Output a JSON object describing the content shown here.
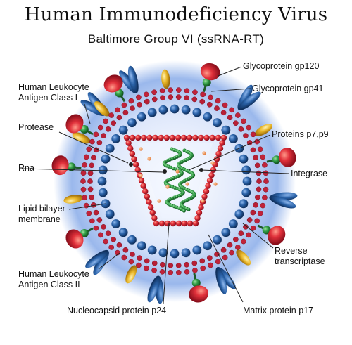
{
  "title": "Human Immunodeficiency Virus",
  "subtitle": "Baltimore Group  VI (ssRNA-RT)",
  "labels": {
    "gp120": "Glycoprotein  gp120",
    "gp41": "Glycoprotein gp41",
    "hla1_line1": "Human Leukocyte",
    "hla1_line2": "Antigen Class I",
    "protease": "Protease",
    "p7p9": "Proteins p7,p9",
    "rna": "Rna",
    "integrase": "Integrase",
    "lipid_line1": "Lipid bilayer",
    "lipid_line2": "membrane",
    "rt_line1": "Reverse",
    "rt_line2": "transcriptase",
    "hla2_line1": "Human Leukocyte",
    "hla2_line2": "Antigen Class II",
    "p24": "Nucleocapsid protein p24",
    "p17": "Matrix protein p17"
  },
  "colors": {
    "membrane": "#c0233a",
    "matrix": "#1f5a96",
    "capsid": "#c0233a",
    "rna": "#3aa35a",
    "gp120": "#d8272e",
    "gp41": "#2e8b3a",
    "hla": "#2c5e9e",
    "accent_yellow": "#e8b526",
    "glow": "#8fb0ea"
  }
}
